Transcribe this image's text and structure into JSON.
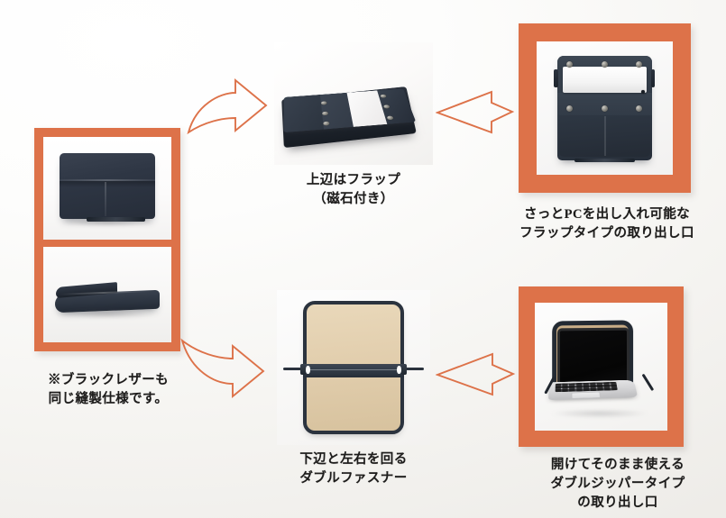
{
  "page": {
    "title": "PCスリーブ 仕様説明図",
    "background_color": "#f5f4f1",
    "accent_color": "#dd7249"
  },
  "panels": [
    {
      "id": "product-overview",
      "name": "product-overview-panel",
      "framed": true,
      "frame_color": "#dd7249",
      "photos": [
        {
          "id": "sleeve-front-closed",
          "alt": "ネイビーレザースリーブ 正面（閉じた状態）"
        },
        {
          "id": "sleeve-side-view",
          "alt": "ネイビーレザースリーブ 側面（厚み）"
        }
      ],
      "caption": "※ブラックレザーも\n同じ縫製仕様です。"
    },
    {
      "id": "flap-detail",
      "name": "flap-detail-panel",
      "framed": false,
      "photos": [
        {
          "id": "flap-open-perspective",
          "alt": "フラップを開いた状態の斜めからの写真"
        }
      ],
      "caption": "上辺はフラップ\n（磁石付き）"
    },
    {
      "id": "flap-opening",
      "name": "flap-opening-panel",
      "framed": true,
      "frame_color": "#dd7249",
      "photos": [
        {
          "id": "flap-front-flat",
          "alt": "フラップタイプ取り出し口の正面写真"
        }
      ],
      "caption": "さっとPCを出し入れ可能な\nフラップタイプの取り出し口"
    },
    {
      "id": "zipper-detail",
      "name": "zipper-detail-panel",
      "framed": false,
      "photos": [
        {
          "id": "sleeve-open-flat-tan",
          "alt": "開いたスリーブ内側（タンスエード）とダブルファスナー"
        }
      ],
      "caption": "下辺と左右を回る\nダブルファスナー"
    },
    {
      "id": "zipper-opening",
      "name": "zipper-opening-panel",
      "framed": true,
      "frame_color": "#dd7249",
      "photos": [
        {
          "id": "laptop-in-open-sleeve",
          "alt": "ノートPCを入れたまま開いて使える写真"
        }
      ],
      "caption": "開けてそのまま使える\nダブルジッパータイプ\nの取り出し口"
    }
  ],
  "arrows": [
    {
      "id": "arrow-1",
      "name": "curved-arrow-right-up",
      "style": "curved",
      "direction": "right",
      "color": "#dd7249",
      "from": "product-overview",
      "to": "flap-detail"
    },
    {
      "id": "arrow-2",
      "name": "straight-arrow-right",
      "style": "straight",
      "direction": "right",
      "color": "#dd7249",
      "from": "flap-detail",
      "to": "flap-opening"
    },
    {
      "id": "arrow-3",
      "name": "curved-arrow-right-down",
      "style": "curved",
      "direction": "right",
      "color": "#dd7249",
      "from": "product-overview",
      "to": "zipper-detail"
    },
    {
      "id": "arrow-4",
      "name": "straight-arrow-right",
      "style": "straight",
      "direction": "right",
      "color": "#dd7249",
      "from": "zipper-detail",
      "to": "zipper-opening"
    }
  ]
}
